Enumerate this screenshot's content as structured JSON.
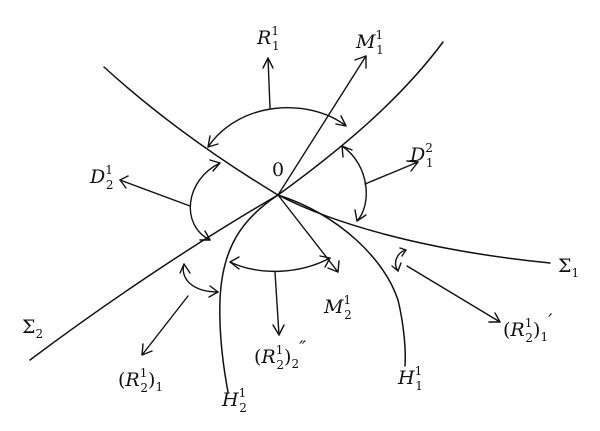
{
  "labels": {
    "origin": "0",
    "R11": {
      "base": "R",
      "sub": "1",
      "sup": "1"
    },
    "M11": {
      "base": "M",
      "sub": "1",
      "sup": "1"
    },
    "D21": {
      "base": "D",
      "sub": "2",
      "sup": "1"
    },
    "D12": {
      "base": "D",
      "sub": "1",
      "sup": "2"
    },
    "Sigma1": {
      "base": "Σ",
      "sub": "1"
    },
    "Sigma2": {
      "base": "Σ",
      "sub": "2"
    },
    "R21_1": {
      "open": "(",
      "base": "R",
      "sub": "2",
      "sup": "1",
      "close": ")",
      "outer_sub": "1"
    },
    "R21_2pp": {
      "open": "(",
      "base": "R",
      "sub": "2",
      "sup": "1",
      "close": ")",
      "outer_sub": "2",
      "prime": "″"
    },
    "M21": {
      "base": "M",
      "sub": "2",
      "sup": "1"
    },
    "R21_1p": {
      "open": "(",
      "base": "R",
      "sub": "2",
      "sup": "1",
      "close": ")",
      "outer_sub": "1",
      "prime": "′"
    },
    "H21": {
      "base": "H",
      "sub": "2",
      "sup": "1"
    },
    "H11": {
      "base": "H",
      "sub": "1",
      "sup": "1"
    }
  }
}
